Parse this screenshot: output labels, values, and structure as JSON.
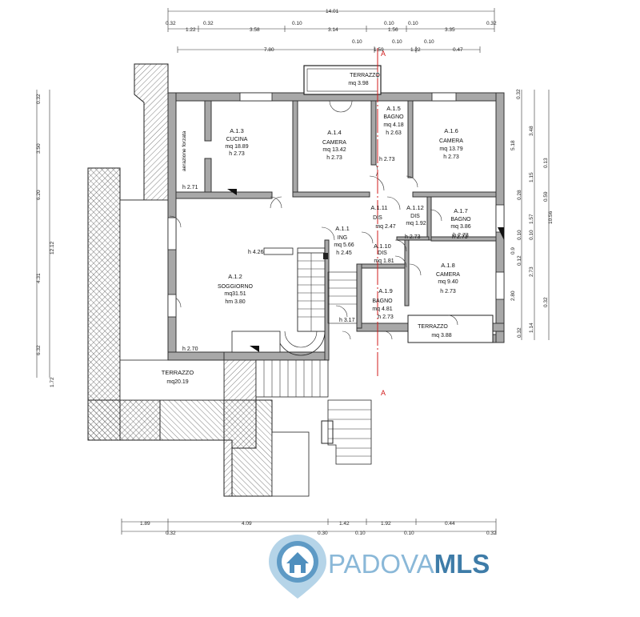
{
  "dimensions_top": {
    "row1": [
      "14.01"
    ],
    "row2": [
      "0.32",
      "0.32",
      "0.10",
      "0.10",
      "0.10",
      "0.32"
    ],
    "row3": [
      "1.22",
      "3.58",
      "3.14",
      "1.56",
      "3.35"
    ],
    "row4": [
      "0.10",
      "0.10",
      "0.10"
    ],
    "row5": [
      "7.80",
      "1.59",
      "1.22",
      "0.47"
    ]
  },
  "dimensions_left": [
    "0.32",
    "3.50",
    "6.20",
    "12.12",
    "4.31",
    "6.32",
    "1.72"
  ],
  "dimensions_right": [
    "0.32",
    "3.48",
    "5.18",
    "1.15",
    "0.13",
    "0.28",
    "0.59",
    "1.57",
    "10.56",
    "0.10",
    "0.10",
    "0.9",
    "0.12",
    "2.73",
    "2.80",
    "0.32",
    "1.14",
    "0.32"
  ],
  "dimensions_bottom": {
    "row1": [
      "1.89",
      "4.09",
      "1.42",
      "1.92",
      "0.44"
    ],
    "row2": [
      "0.32",
      "0.30",
      "0.10",
      "0.10",
      "0.32"
    ]
  },
  "rooms": [
    {
      "id": "cucina",
      "code": "A.1.3",
      "name": "CUCINA",
      "area": "mq 18.89",
      "height": "h 2.73"
    },
    {
      "id": "camera14",
      "code": "A.1.4",
      "name": "CAMERA",
      "area": "mq 13.42",
      "height": "h 2.73"
    },
    {
      "id": "bagno15",
      "code": "A.1.5",
      "name": "BAGNO",
      "area": "mq 4.18",
      "height": "h 2.63"
    },
    {
      "id": "camera16",
      "code": "A.1.6",
      "name": "CAMERA",
      "area": "mq 13.79",
      "height": "h 2.73"
    },
    {
      "id": "soggiorno",
      "code": "A.1.2",
      "name": "SOGGIORNO",
      "area": "mq31.51",
      "height": "hm 3.80"
    },
    {
      "id": "ing",
      "code": "A.1.1",
      "name": "ING",
      "area": "mq 5.66",
      "height": "h 2.45"
    },
    {
      "id": "dis11",
      "code": "A.1.11",
      "name": "DIS",
      "area": "mq 2.47",
      "height": ""
    },
    {
      "id": "dis12",
      "code": "A.1.12",
      "name": "DIS",
      "area": "mq 1.92",
      "height": ""
    },
    {
      "id": "bagno17",
      "code": "A.1.7",
      "name": "BAGNO",
      "area": "mq 3.86",
      "height": "h 2.73"
    },
    {
      "id": "dis10",
      "code": "A.1.10",
      "name": "DIS",
      "area": "mq 1.81",
      "height": ""
    },
    {
      "id": "camera18",
      "code": "A.1.8",
      "name": "CAMERA",
      "area": "mq 9.40",
      "height": "h 2.73"
    },
    {
      "id": "bagno19",
      "code": "A.1.9",
      "name": "BAGNO",
      "area": "mq 4.81",
      "height": "h 2.73"
    }
  ],
  "terraces": [
    {
      "id": "terrazzo-top",
      "name": "TERRAZZO",
      "area": "mq 3.98"
    },
    {
      "id": "terrazzo-left",
      "name": "TERRAZZO",
      "area": "mq20.19"
    },
    {
      "id": "terrazzo-right",
      "name": "TERRAZZO",
      "area": "mq 3.88"
    }
  ],
  "heights": {
    "cucina_left": "h 2.71",
    "camera_corridor": "h 2.73",
    "dis12_left": "h 2.73",
    "bagno17_bottom": "h 2.73",
    "stair_top": "h 4.26",
    "stair_side": "h 3.17",
    "soggiorno_bottom": "h 2.70"
  },
  "misc_labels": {
    "aerazione": "aerazione forzata",
    "section_top": "A",
    "section_bottom": "A"
  },
  "logo": {
    "part1": "PADOVA",
    "part2": "MLS",
    "color_light": "#8ab8d8",
    "color_dark": "#3e7ca8"
  }
}
